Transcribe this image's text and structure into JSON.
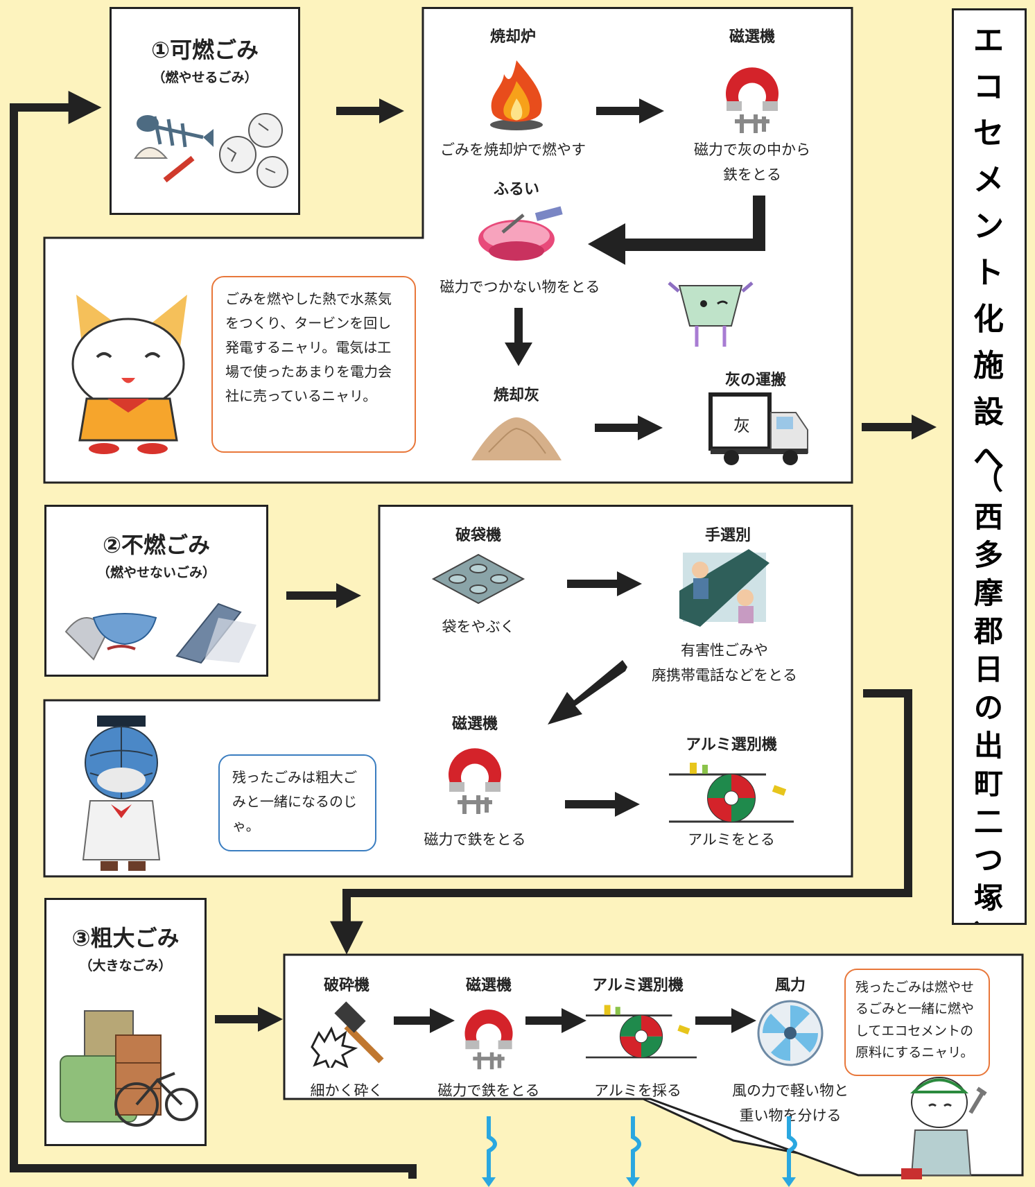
{
  "category1": {
    "title": "①可燃ごみ",
    "subtitle": "（燃やせるごみ）",
    "speech": "ごみを燃やした熱で水蒸気をつくり、タービンを回し発電するニャリ。電気は工場で使ったあまりを電力会社に売っているニャリ。"
  },
  "process1": {
    "incinerator_label": "焼却炉",
    "incinerator_caption": "ごみを焼却炉で燃やす",
    "magnet_label": "磁選機",
    "magnet_caption_1": "磁力で灰の中から",
    "magnet_caption_2": "鉄をとる",
    "sieve_label": "ふるい",
    "sieve_caption": "磁力でつかない物をとる",
    "ash_label": "焼却灰",
    "transport_label": "灰の運搬",
    "truck_text": "灰"
  },
  "category2": {
    "title": "②不燃ごみ",
    "subtitle": "（燃やせないごみ）",
    "speech": "残ったごみは粗大ごみと一緒になるのじゃ。"
  },
  "process2": {
    "bag_breaker_label": "破袋機",
    "bag_breaker_caption": "袋をやぶく",
    "hand_sort_label": "手選別",
    "hand_sort_caption_1": "有害性ごみや",
    "hand_sort_caption_2": "廃携帯電話などをとる",
    "magnet_label": "磁選機",
    "magnet_caption": "磁力で鉄をとる",
    "alum_label": "アルミ選別機",
    "alum_caption": "アルミをとる"
  },
  "category3": {
    "title": "③粗大ごみ",
    "subtitle": "（大きなごみ）",
    "speech": "残ったごみは燃やせるごみと一緒に燃やしてエコセメントの原料にするニャリ。"
  },
  "process3": {
    "crusher_label": "破砕機",
    "crusher_caption": "細かく砕く",
    "magnet_label": "磁選機",
    "magnet_caption": "磁力で鉄をとる",
    "alum_label": "アルミ選別機",
    "alum_caption": "アルミを採る",
    "wind_label": "風力",
    "wind_caption_1": "風の力で軽い物と",
    "wind_caption_2": "重い物を分ける"
  },
  "destination": {
    "main": "エコセメント化施設へ",
    "paren": "（西多摩郡日の出町二つ塚）"
  },
  "colors": {
    "background": "#fdf3be",
    "arrow": "#222222",
    "blue_flow": "#2aa7e0",
    "orange_bubble": "#e8773a",
    "blue_bubble": "#3a7dc0"
  }
}
